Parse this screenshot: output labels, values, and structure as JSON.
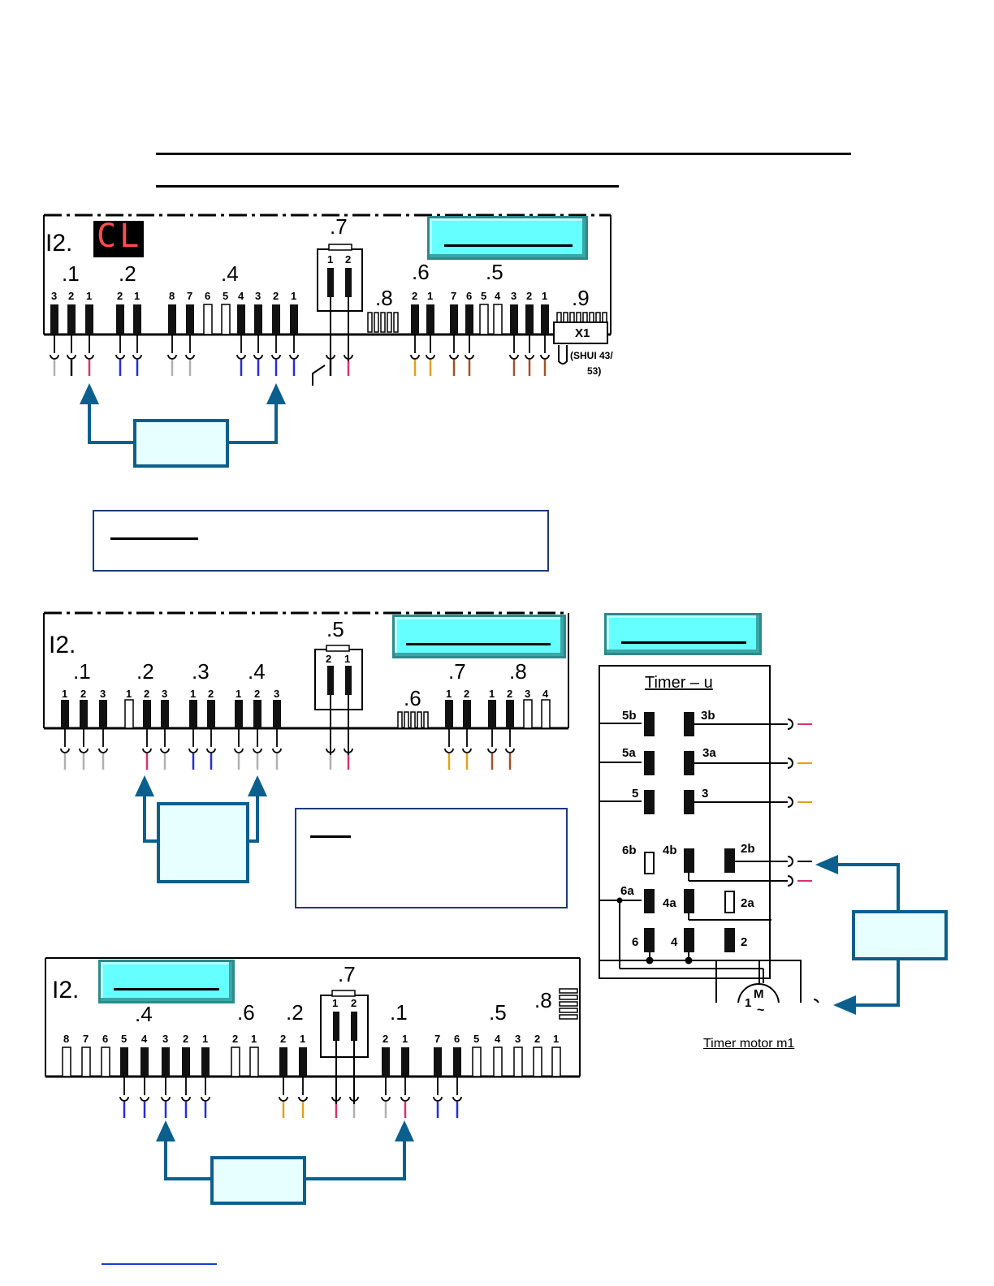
{
  "board1": {
    "prefix": "I2.",
    "display": "CL",
    "groups": [
      ".1",
      ".2",
      ".4",
      ".7",
      ".8",
      ".6",
      ".5",
      ".9"
    ],
    "pins": {
      "g1": [
        "3",
        "2",
        "1"
      ],
      "g2": [
        "2",
        "1"
      ],
      "g4": [
        "8",
        "7",
        "6",
        "5",
        "4",
        "3",
        "2",
        "1"
      ],
      "g7": [
        "1",
        "2"
      ],
      "g6": [
        "2",
        "1"
      ],
      "g5": [
        "7",
        "6",
        "5",
        "4",
        "3",
        "2",
        "1"
      ]
    },
    "connector": "X1",
    "connector_note_1": "(SHUI 43/",
    "connector_note_2": "53)"
  },
  "board2": {
    "prefix": "I2.",
    "groups": [
      ".1",
      ".2",
      ".3",
      ".4",
      ".5",
      ".6",
      ".7",
      ".8"
    ],
    "pins": {
      "g1": [
        "1",
        "2",
        "3"
      ],
      "g2": [
        "1",
        "2",
        "3"
      ],
      "g3": [
        "1",
        "2"
      ],
      "g4": [
        "1",
        "2",
        "3"
      ],
      "g5": [
        "2",
        "1"
      ],
      "g7": [
        "1",
        "2"
      ],
      "g8": [
        "1",
        "2",
        "3",
        "4"
      ]
    }
  },
  "board3": {
    "prefix": "I2.",
    "groups": [
      ".4",
      ".6",
      ".2",
      ".7",
      ".1",
      ".5",
      ".8"
    ],
    "pins": {
      "g4": [
        "8",
        "7",
        "6",
        "5",
        "4",
        "3",
        "2",
        "1"
      ],
      "g6": [
        "2",
        "1"
      ],
      "g2": [
        "2",
        "1"
      ],
      "g7": [
        "1",
        "2"
      ],
      "g1": [
        "2",
        "1"
      ],
      "g5": [
        "7",
        "6",
        "5",
        "4",
        "3",
        "2",
        "1"
      ]
    }
  },
  "timer": {
    "title": "Timer – u",
    "contacts": [
      "5b",
      "3b",
      "5a",
      "3a",
      "5",
      "3",
      "6b",
      "4b",
      "2b",
      "6a",
      "4a",
      "2a",
      "6",
      "4",
      "2"
    ],
    "motor_label": "M",
    "motor_num": "1",
    "motor_tilde": "~",
    "motor_caption": "Timer motor m1"
  },
  "colors": {
    "pink": "#d6336c",
    "blue": "#2b2bd6",
    "grey": "#b0b0b0",
    "yellow": "#e0a21a",
    "brown": "#a0522d",
    "black": "#111111",
    "accent": "#0b5f8c",
    "cyan": "#66ffff"
  }
}
